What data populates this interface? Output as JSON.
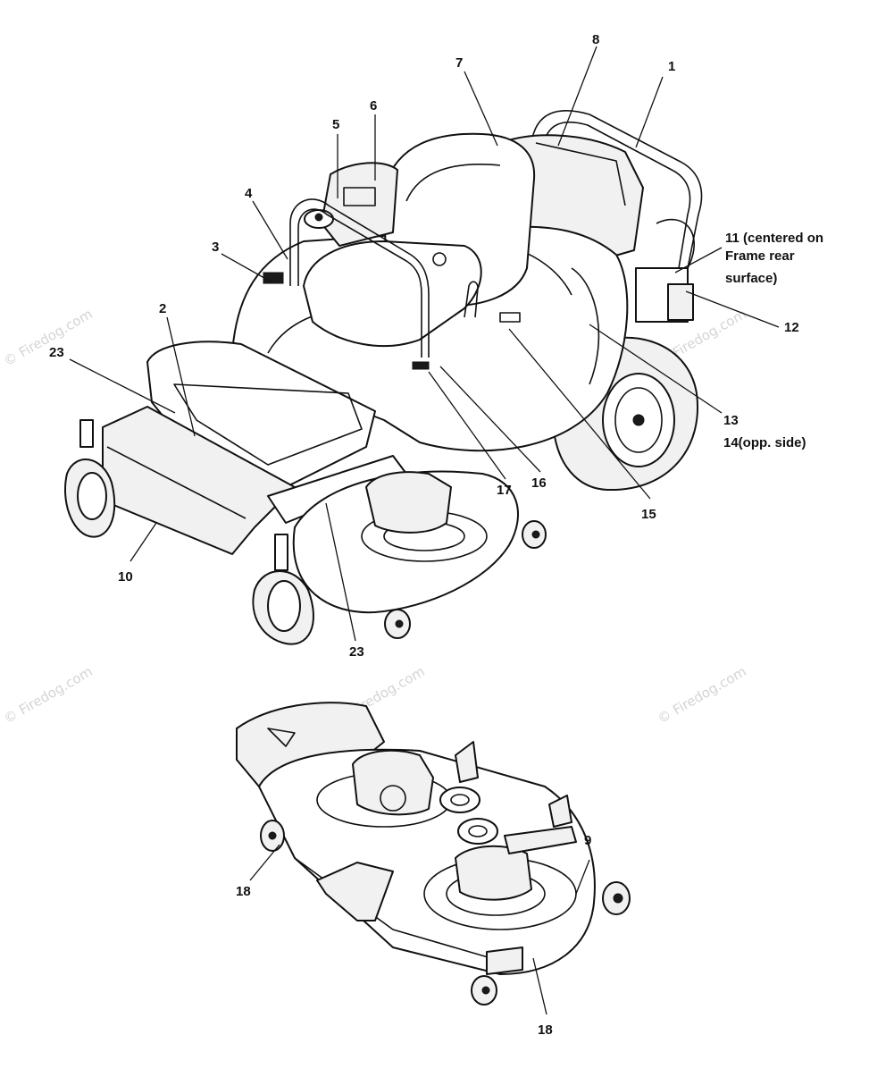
{
  "watermark": "© Firedog.com",
  "callouts": {
    "c1": "1",
    "c2": "2",
    "c3": "3",
    "c4": "4",
    "c5": "5",
    "c6": "6",
    "c7": "7",
    "c8": "8",
    "c9": "9",
    "c10": "10",
    "c11_line1": "11 (centered on",
    "c11_line2": "Frame rear",
    "c11_line3": "surface)",
    "c12": "12",
    "c13": "13",
    "c14": "14(opp. side)",
    "c15": "15",
    "c16": "16",
    "c17": "17",
    "c18_left": "18",
    "c18_bottom": "18",
    "c23_left": "23",
    "c23_bottom": "23"
  }
}
